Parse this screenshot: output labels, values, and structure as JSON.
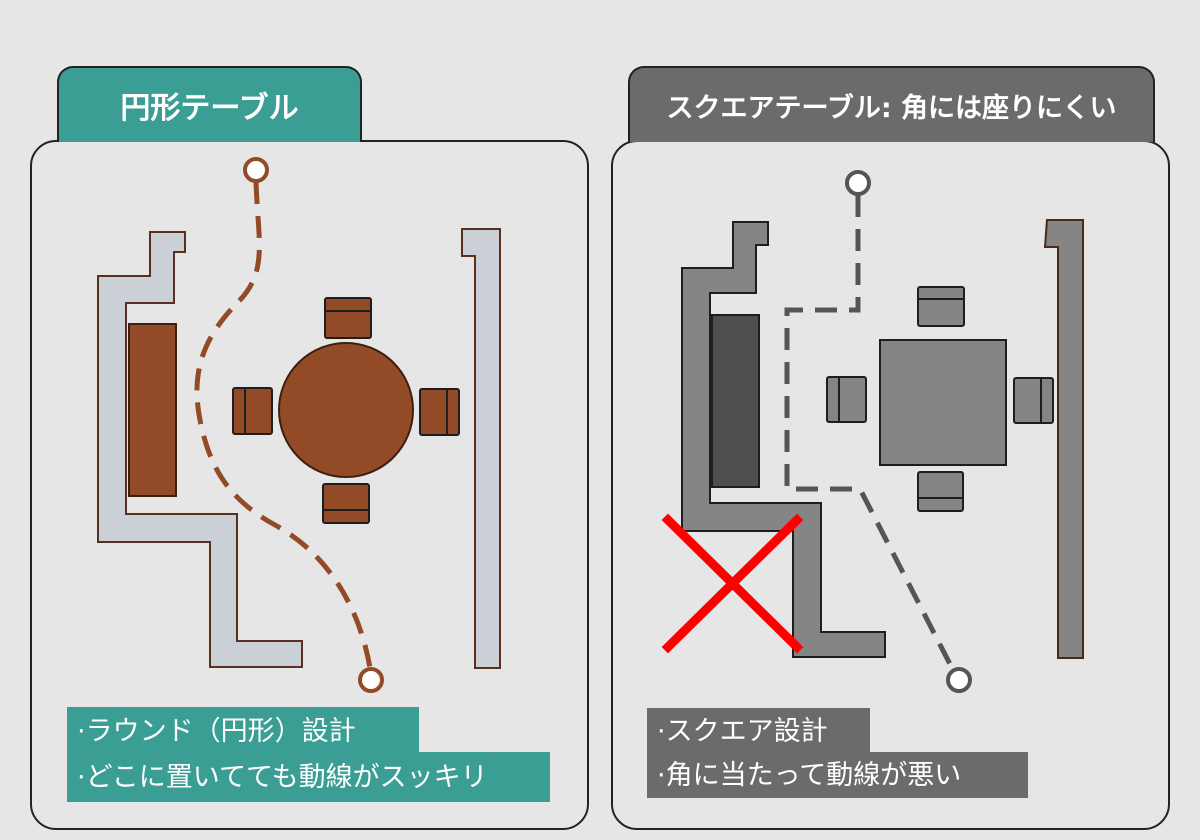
{
  "left_panel": {
    "tab_title": "円形テーブル",
    "notes": [
      "·ラウンド（円形）設計",
      "·どこに置いてても動線がスッキリ"
    ],
    "colors": {
      "header": "#3a9e94",
      "furniture": "#934b27",
      "path": "#934b27",
      "wall": "#cbcfd6"
    }
  },
  "right_panel": {
    "tab_title": "スクエアテーブル: 角には座りにくい",
    "notes": [
      "·スクエア設計",
      "·角に当たって動線が悪い"
    ],
    "colors": {
      "header": "#6b6b6b",
      "furniture": "#858585",
      "path": "#555555",
      "wall": "#858585",
      "cross": "#ff0000"
    }
  }
}
